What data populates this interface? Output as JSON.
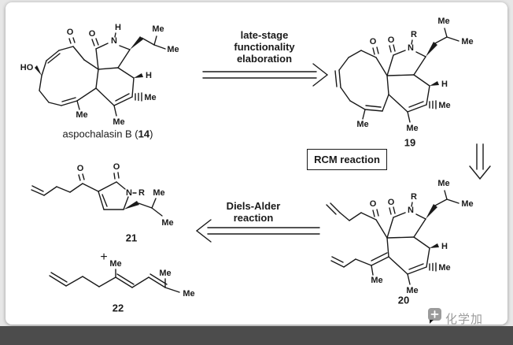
{
  "labels": {
    "O": "O",
    "HO": "HO",
    "N": "N",
    "H": "H",
    "R": "R",
    "Me": "Me",
    "plus": "+"
  },
  "captions": {
    "c14_prefix": "aspochalasin B (",
    "c14_number": "14",
    "c14_suffix": ")",
    "c19": "19",
    "c20": "20",
    "c21": "21",
    "c22": "22"
  },
  "arrows": {
    "top": {
      "direction": "right",
      "lines": [
        "late-stage",
        "functionality",
        "elaboration"
      ]
    },
    "rcm": {
      "direction": "down",
      "label": "RCM reaction"
    },
    "diels_alder": {
      "direction": "left",
      "lines": [
        "Diels-Alder",
        "reaction"
      ]
    }
  },
  "watermark": {
    "text": "化学加"
  },
  "colors": {
    "ink": "#1a1a1a",
    "card_bg": "#ffffff",
    "page_bg": "#e7e7e7",
    "footer_bar": "#4c4c4c",
    "watermark_gray": "#9b9b9b"
  }
}
